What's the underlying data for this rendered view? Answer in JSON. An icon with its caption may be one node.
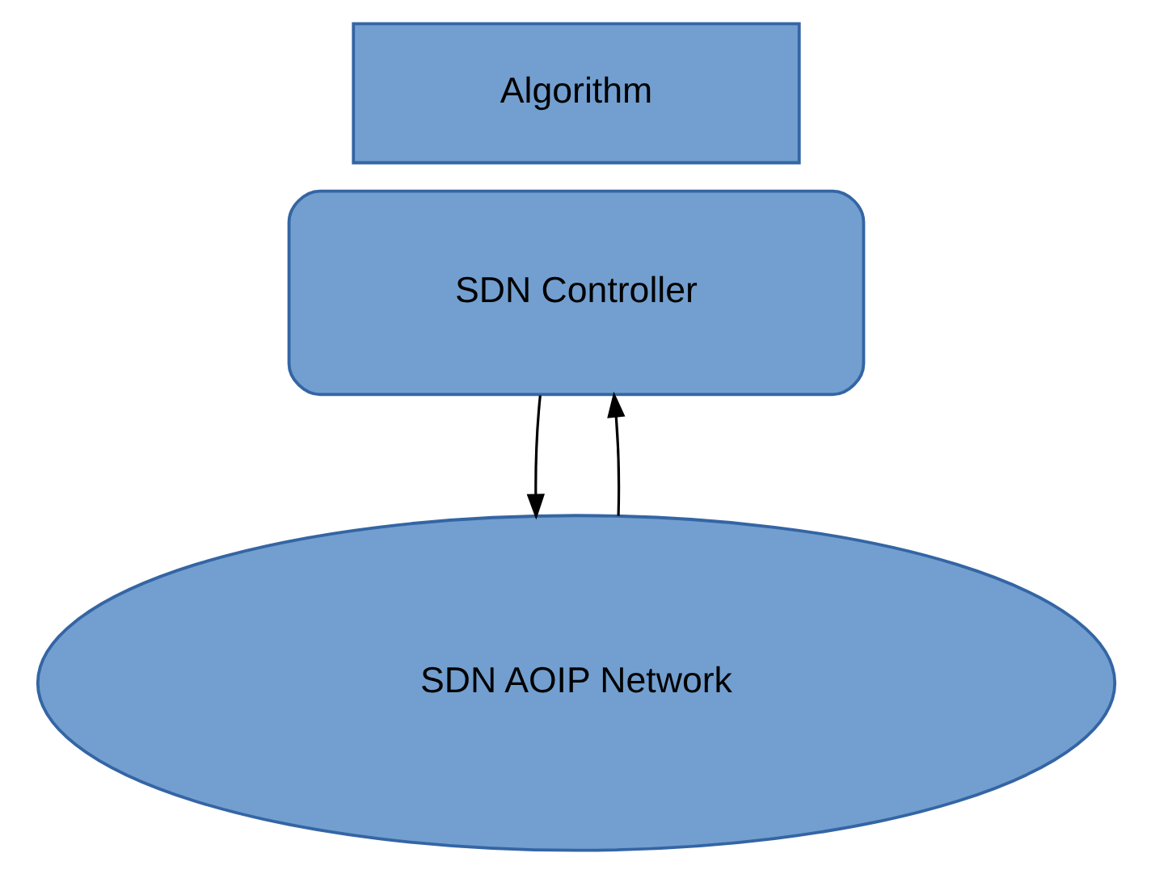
{
  "diagram": {
    "nodes": [
      {
        "text": [
          "Algorithm"
        ]
      },
      {
        "text": [
          "SDN Controller"
        ]
      },
      {
        "text": [
          "SDN AOIP Network"
        ]
      }
    ],
    "edges": [
      {
        "from": 2,
        "to": 1,
        "arrow": "to"
      },
      {
        "from": 1,
        "to": 2,
        "arrow": "to"
      }
    ]
  }
}
